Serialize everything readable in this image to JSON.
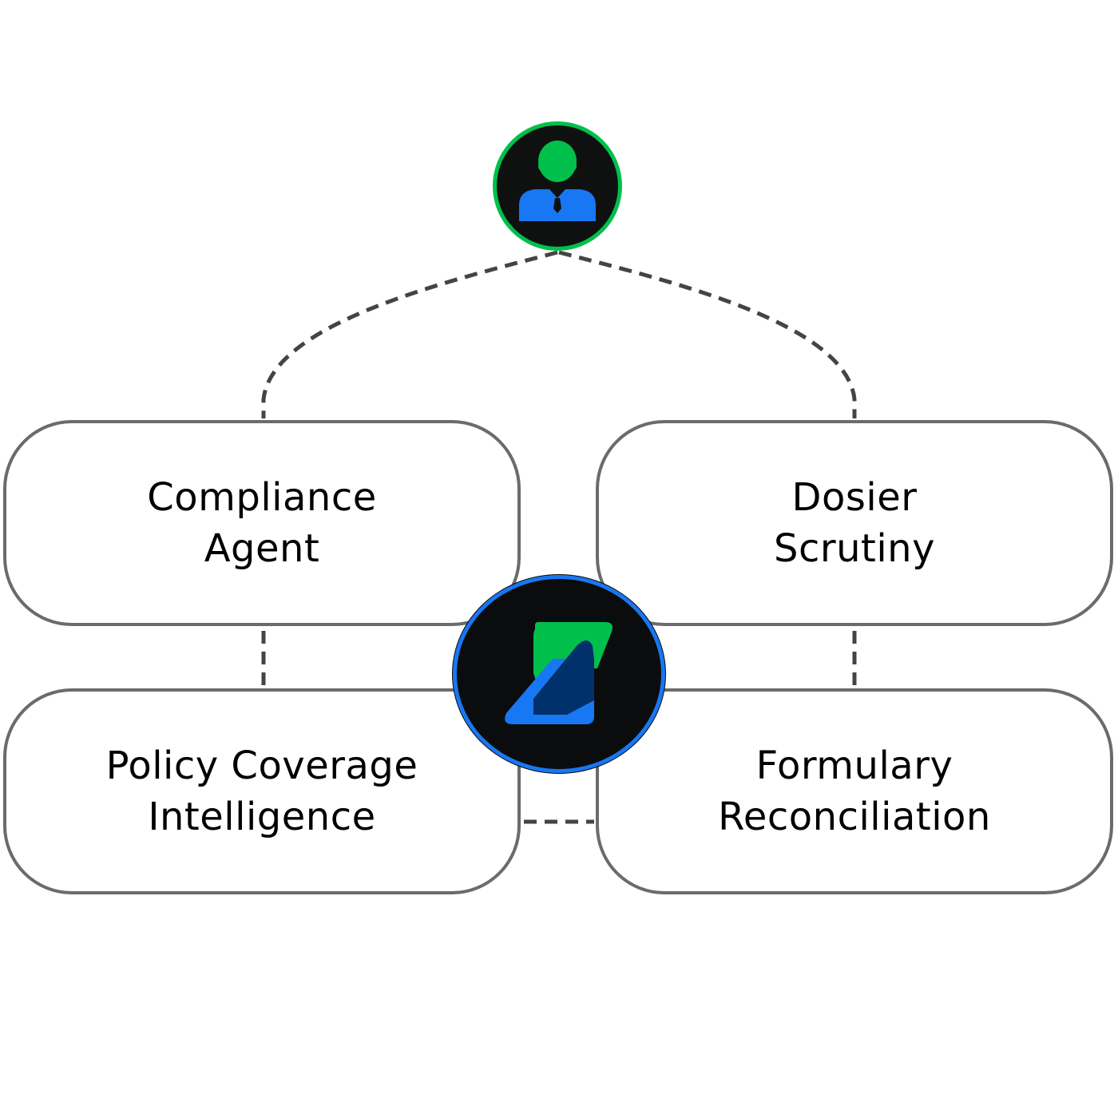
{
  "diagram": {
    "nodes": {
      "compliance": {
        "label": "Compliance\nAgent"
      },
      "dosier": {
        "label": "Dosier\nScrutiny"
      },
      "policy": {
        "label": "Policy Coverage\nIntelligence"
      },
      "formulary": {
        "label": "Formulary\nReconciliation"
      }
    },
    "icons": {
      "top": "person-icon",
      "center": "logo-mark-icon"
    },
    "colors": {
      "accent_green": "#00c04b",
      "accent_blue": "#1877f2",
      "badge_fill": "#0f1111",
      "card_border": "#6b6b6b",
      "connector": "#444444"
    }
  }
}
